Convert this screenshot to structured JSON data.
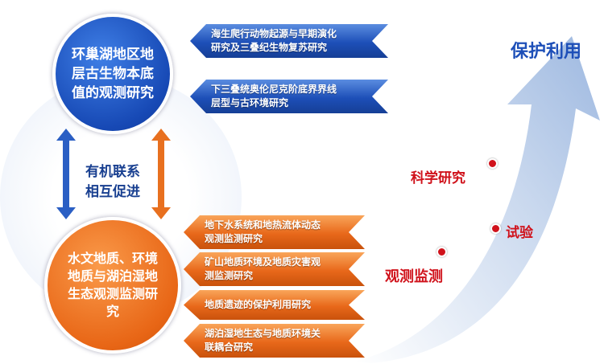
{
  "top_circle": "环巢湖地区地层古生物本底值的观测研究",
  "bottom_circle": "水文地质、环境地质与湖泊湿地生态观测监测研究",
  "link_text": [
    "有机联系",
    "相互促进"
  ],
  "blue_banners": [
    [
      "海生爬行动物起源与早期演化",
      "研究及三叠纪生物复苏研究"
    ],
    [
      "下三叠统奥伦尼克阶底界界线",
      "层型与古环境研究"
    ]
  ],
  "orange_banners": [
    [
      "地下水系统和地热流体动态",
      "观测监测研究"
    ],
    [
      "矿山地质环境及地质灾害观",
      "测监测研究"
    ],
    [
      "地质遗迹的保护利用研究",
      ""
    ],
    [
      "湖泊湿地生态与地质环境关",
      "联耦合研究"
    ]
  ],
  "arrow_labels": {
    "top": "保护利用",
    "science": "科学研究",
    "test": "试验",
    "monitor": "观测监测"
  },
  "colors": {
    "blue": "#1d4fb8",
    "orange": "#e8681a",
    "red": "#d0121b"
  }
}
